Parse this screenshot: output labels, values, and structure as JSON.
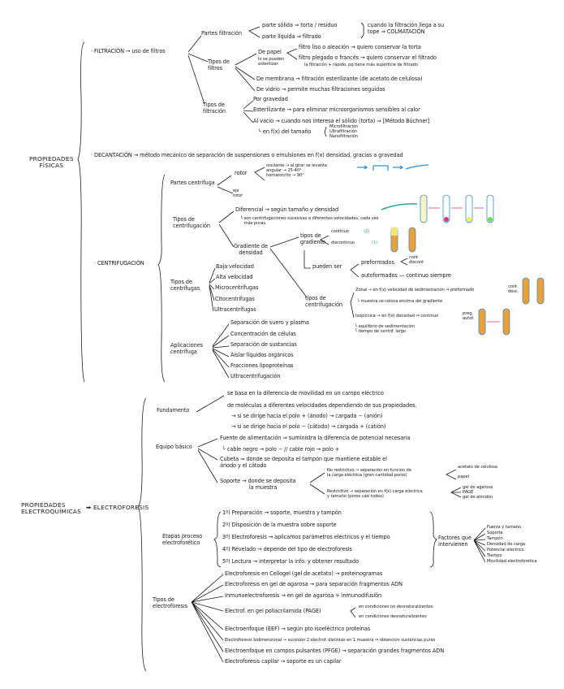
{
  "colors": {
    "ink": "#1a1a1a",
    "arrow_blue": "#2d8fe0",
    "teal": "#2aa7a0",
    "tube_orange": "#f0a030",
    "tube_yellow": "#f6e27a",
    "pink": "#e0307a"
  },
  "fisicas": {
    "title": "PROPIEDADES\nFÍSICAS",
    "filtracion": {
      "head": "· FILTRACIÓN → uso de filtros",
      "partes": "Partes filtración",
      "solida": "parte sólida ⇒ torta / residuo",
      "liquida": "parte líquida ⇒ filtrado",
      "colmatacion": "cuando la filtración llega a su\ntope ⇒ COLMATACIÓN",
      "tipos_filtros": "Tipos de\nfiltros",
      "papel": "De papel",
      "papel_note": "lo se pueden\nesterilizar",
      "liso": "filtro liso o aleación → quiero conservar la torta",
      "plegado": "filtro plegado o francés → quiero conservar el filtrado",
      "plegado_note": "la filtración + rápido, pq tiene más superficie de filtrado",
      "membrana": "De membrana → filtración esterilizante (de acetato de celulosa)",
      "vidrio": "De vidrio → permite muchas filtraciones seguidas",
      "tipos_filtracion": "Tipos de\nfiltración",
      "gravedad": "Por gravedad",
      "esterilizante": "Esterilizante → para eliminar microorganismos sensibles al calor",
      "vacio": "Al vacío → cuando nos interesa el sólido (torta) ⇒ [Método Büchner]",
      "tamano": "└ en f(x) del tamaño",
      "tamano_tipos": "Microfiltración\nUltrafiltración\nNanofiltración"
    },
    "decantacion": "· DECANTACIÓN → método mecánico de separación de suspensiones o emulsiones en f(x) densidad, gracias a gravedad",
    "centrifugacion": {
      "head": "· CENTRIFUGACIÓN",
      "partes": "Partes centrífuga",
      "rotor": "rotor",
      "rotor_tipos": "oscilante → al girar se levanta\nangular → 25-40°\nhematocrito → 90°",
      "eje": "eje\nrotor",
      "tipos": "Tipos de\ncentrifugación",
      "diferencial": "Diferencial → según tamaño y densidad",
      "diferencial_note": "└ son centrifugaciones sucesivas a diferentes velocidades, cada vez\n   más puras.",
      "gradiente": "Gradiente de\ndensidad",
      "tipos_gradiente": "tipos de\ngradiente",
      "continuo": "continuo",
      "continuo_num": "(2)",
      "discontinuo": "discontinuo",
      "discontinuo_num": "(1)",
      "pueden_ser": "pueden ser",
      "preformados": "preformados",
      "cont_discont": "cont\ndiscont",
      "autoformados": "autoformados — continuo siempre",
      "tipos_centrif": "tipos de\ncentrifugación",
      "zonal": "Zonal → en f(x) velocidad de sedimentación ⇒ preformado",
      "zonal_opts": "cont\ndesc.",
      "zonal_note": "└ muestra se coloca encima del gradiente",
      "isopicnica": "Isopícnica → en f(x) densidad ⇒ continuo",
      "iso_opts": "preg.\nautof.",
      "iso_note": "└ equilibrio de sedimentación\n└ tiempo de centrif. largo",
      "tipos_centrifugas": "Tipos de\ncentrífugas",
      "centrifugas": [
        "Baja velocidad",
        "Alta velocidad",
        "Microcentrífugas",
        "Citocentrífugas",
        "Ultracentrífugas"
      ],
      "aplicaciones": "Aplicaciones\ncentrífuga",
      "aplicaciones_items": [
        "Separación de suero y plasma",
        "Concentración de células",
        "Separación de sustancias",
        "Aislar líquidos orgánicos",
        "Fracciones lipoproteínas",
        "Ultracentrifugación"
      ]
    }
  },
  "electro": {
    "title": "PROPIEDADES\nELECTROQUÍMICAS",
    "arrow_label": "➡ ELECTROFORESIS",
    "fundamento": "Fundamento",
    "fund_lines": [
      "se basa en la diferencia de movilidad en un campo eléctrico",
      "de moléculas a diferentes velocidades dependiendo de sus propiedades.",
      "→ si se dirige hacia el polo + (ánodo) → cargada − (anión)",
      "→ si se dirige hacia el polo − (cátodo) → cargada + (catión)"
    ],
    "equipo": "Equipo básico",
    "fuente": "Fuente de alimentación ⇒ suministra la diferencia de potencial necesaria",
    "cables": "└ cable negro → polo − // cable rojo → polo +",
    "cubeta": "Cubeta ⇒ donde se deposita el tampón que mantiene estable el\nánodo y el cátodo",
    "soporte": "Soporte → donde se deposita\n                  la muestra",
    "no_restrictivo": "No restrictivo → separación en función de\nla carga eléctrica (gran cantidad poros)",
    "no_restr_opts": "acetato de celulosa\n\npapel",
    "restrictivo": "Restrictivo → separación en f(x) carga eléctrica\ny tamaño (poros casi todos)",
    "restr_opts": "gel de agarosa\nPAGE\ngel de almidón",
    "etapas": "Etapas proceso\nelectroforético",
    "etapas_items": [
      "1º) Preparación → soporte, muestra y tampón",
      "2º) Disposición de la muestra sobre soporte",
      "3º) Electroforesis → aplicamos parámetros eléctricos y el tiempo",
      "4º) Revelado → depende del tipo de electroforesis",
      "5º) Lectura → interpretar la info. y obtener resultado"
    ],
    "factores": "Factores que\nintervienen",
    "factores_items": [
      "Fuerza y tamaño",
      "Soporte",
      "Tampón",
      "Densidad de carga",
      "Potencial eléctrico",
      "Tiempo",
      "Movilidad electroforética"
    ],
    "tipos": "Tipos de\nelectroforesis",
    "tipos_items": [
      "Electroforesis en Cellogel (gel de acetato) → proteinogramas",
      "Electroforesis en gel de agarosa → para separación fragmentos ADN",
      "Inmunoelectroforesis → en gel de agarosa + inmunodifusión",
      "Electrof. en gel poliacrilamida (PAGE)",
      "Electroenfoque (EEF) → según pto isoeléctrico proteínas",
      "Electroforesis bidimensional → sucesión 2 electrof. distintas en 1 muestra ⇒ obtención sustancias puras",
      "Electroenfoque en campos pulsantes (PFGE) → separación grandes fragmentos ADN",
      "Electroforesis capilar → soporte es un capilar"
    ],
    "page_opts": [
      "en condiciones no desnaturalizantes",
      "en condiciones desnaturalizantes"
    ]
  }
}
